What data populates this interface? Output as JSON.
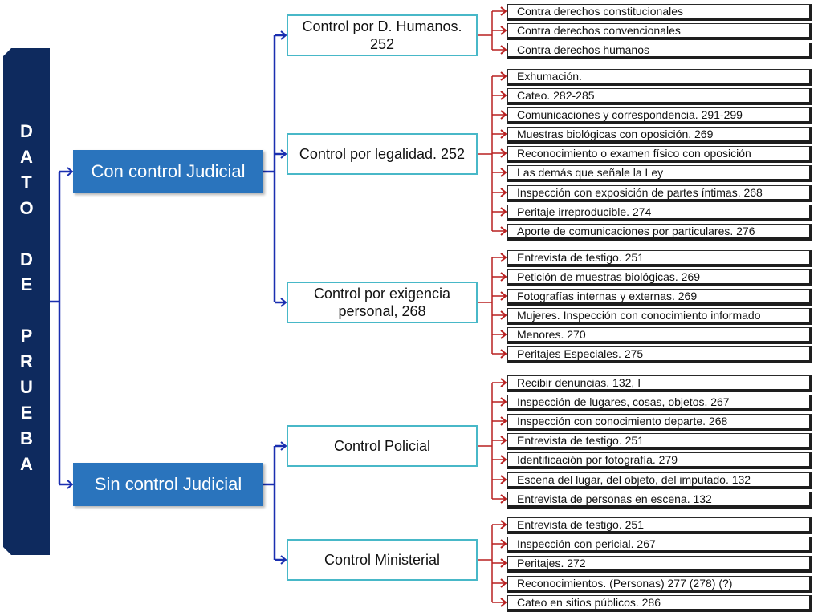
{
  "root_label": "D\nA\nT\nO\n\nD\nE\n\nP\nR\nU\nE\nB\nA",
  "level1": [
    {
      "label": "Con control Judicial"
    },
    {
      "label": "Sin control Judicial"
    }
  ],
  "level2": [
    {
      "label": "Control por D. Humanos. 252"
    },
    {
      "label": "Control por legalidad. 252"
    },
    {
      "label": "Control por exigencia personal, 268"
    },
    {
      "label": "Control Policial"
    },
    {
      "label": "Control Ministerial"
    }
  ],
  "leaves": [
    [
      "Contra derechos constitucionales",
      "Contra derechos convencionales",
      "Contra derechos humanos"
    ],
    [
      "Exhumación.",
      "Cateo. 282-285",
      "Comunicaciones y correspondencia. 291-299",
      "Muestras biológicas con oposición. 269",
      "Reconocimiento o examen físico con oposición",
      "Las demás que señale  la Ley",
      "Inspección con exposición de partes íntimas. 268",
      "Peritaje irreproducible. 274",
      "Aporte de comunicaciones por particulares. 276"
    ],
    [
      "Entrevista de testigo. 251",
      "Petición de muestras biológicas. 269",
      "Fotografías internas y externas. 269",
      "Mujeres. Inspección con conocimiento informado",
      "Menores. 270",
      "Peritajes Especiales. 275"
    ],
    [
      "Recibir denuncias. 132, I",
      "Inspección de lugares, cosas, objetos. 267",
      "Inspección con conocimiento departe. 268",
      "Entrevista de testigo. 251",
      "Identificación por fotografía. 279",
      "Escena del lugar, del objeto, del imputado. 132",
      "Entrevista de  personas en escena. 132"
    ],
    [
      "Entrevista de testigo. 251",
      "Inspección con pericial. 267",
      "Peritajes. 272",
      "Reconocimientos. (Personas) 277 (278) (?)",
      "Cateo en sitios públicos. 286"
    ]
  ],
  "colors": {
    "root_fill": "#0e2a5e",
    "level1_fill": "#2a74bd",
    "level2_border": "#48b8c8",
    "connector_blue": "#1a2fb0",
    "connector_red": "#b82020"
  }
}
